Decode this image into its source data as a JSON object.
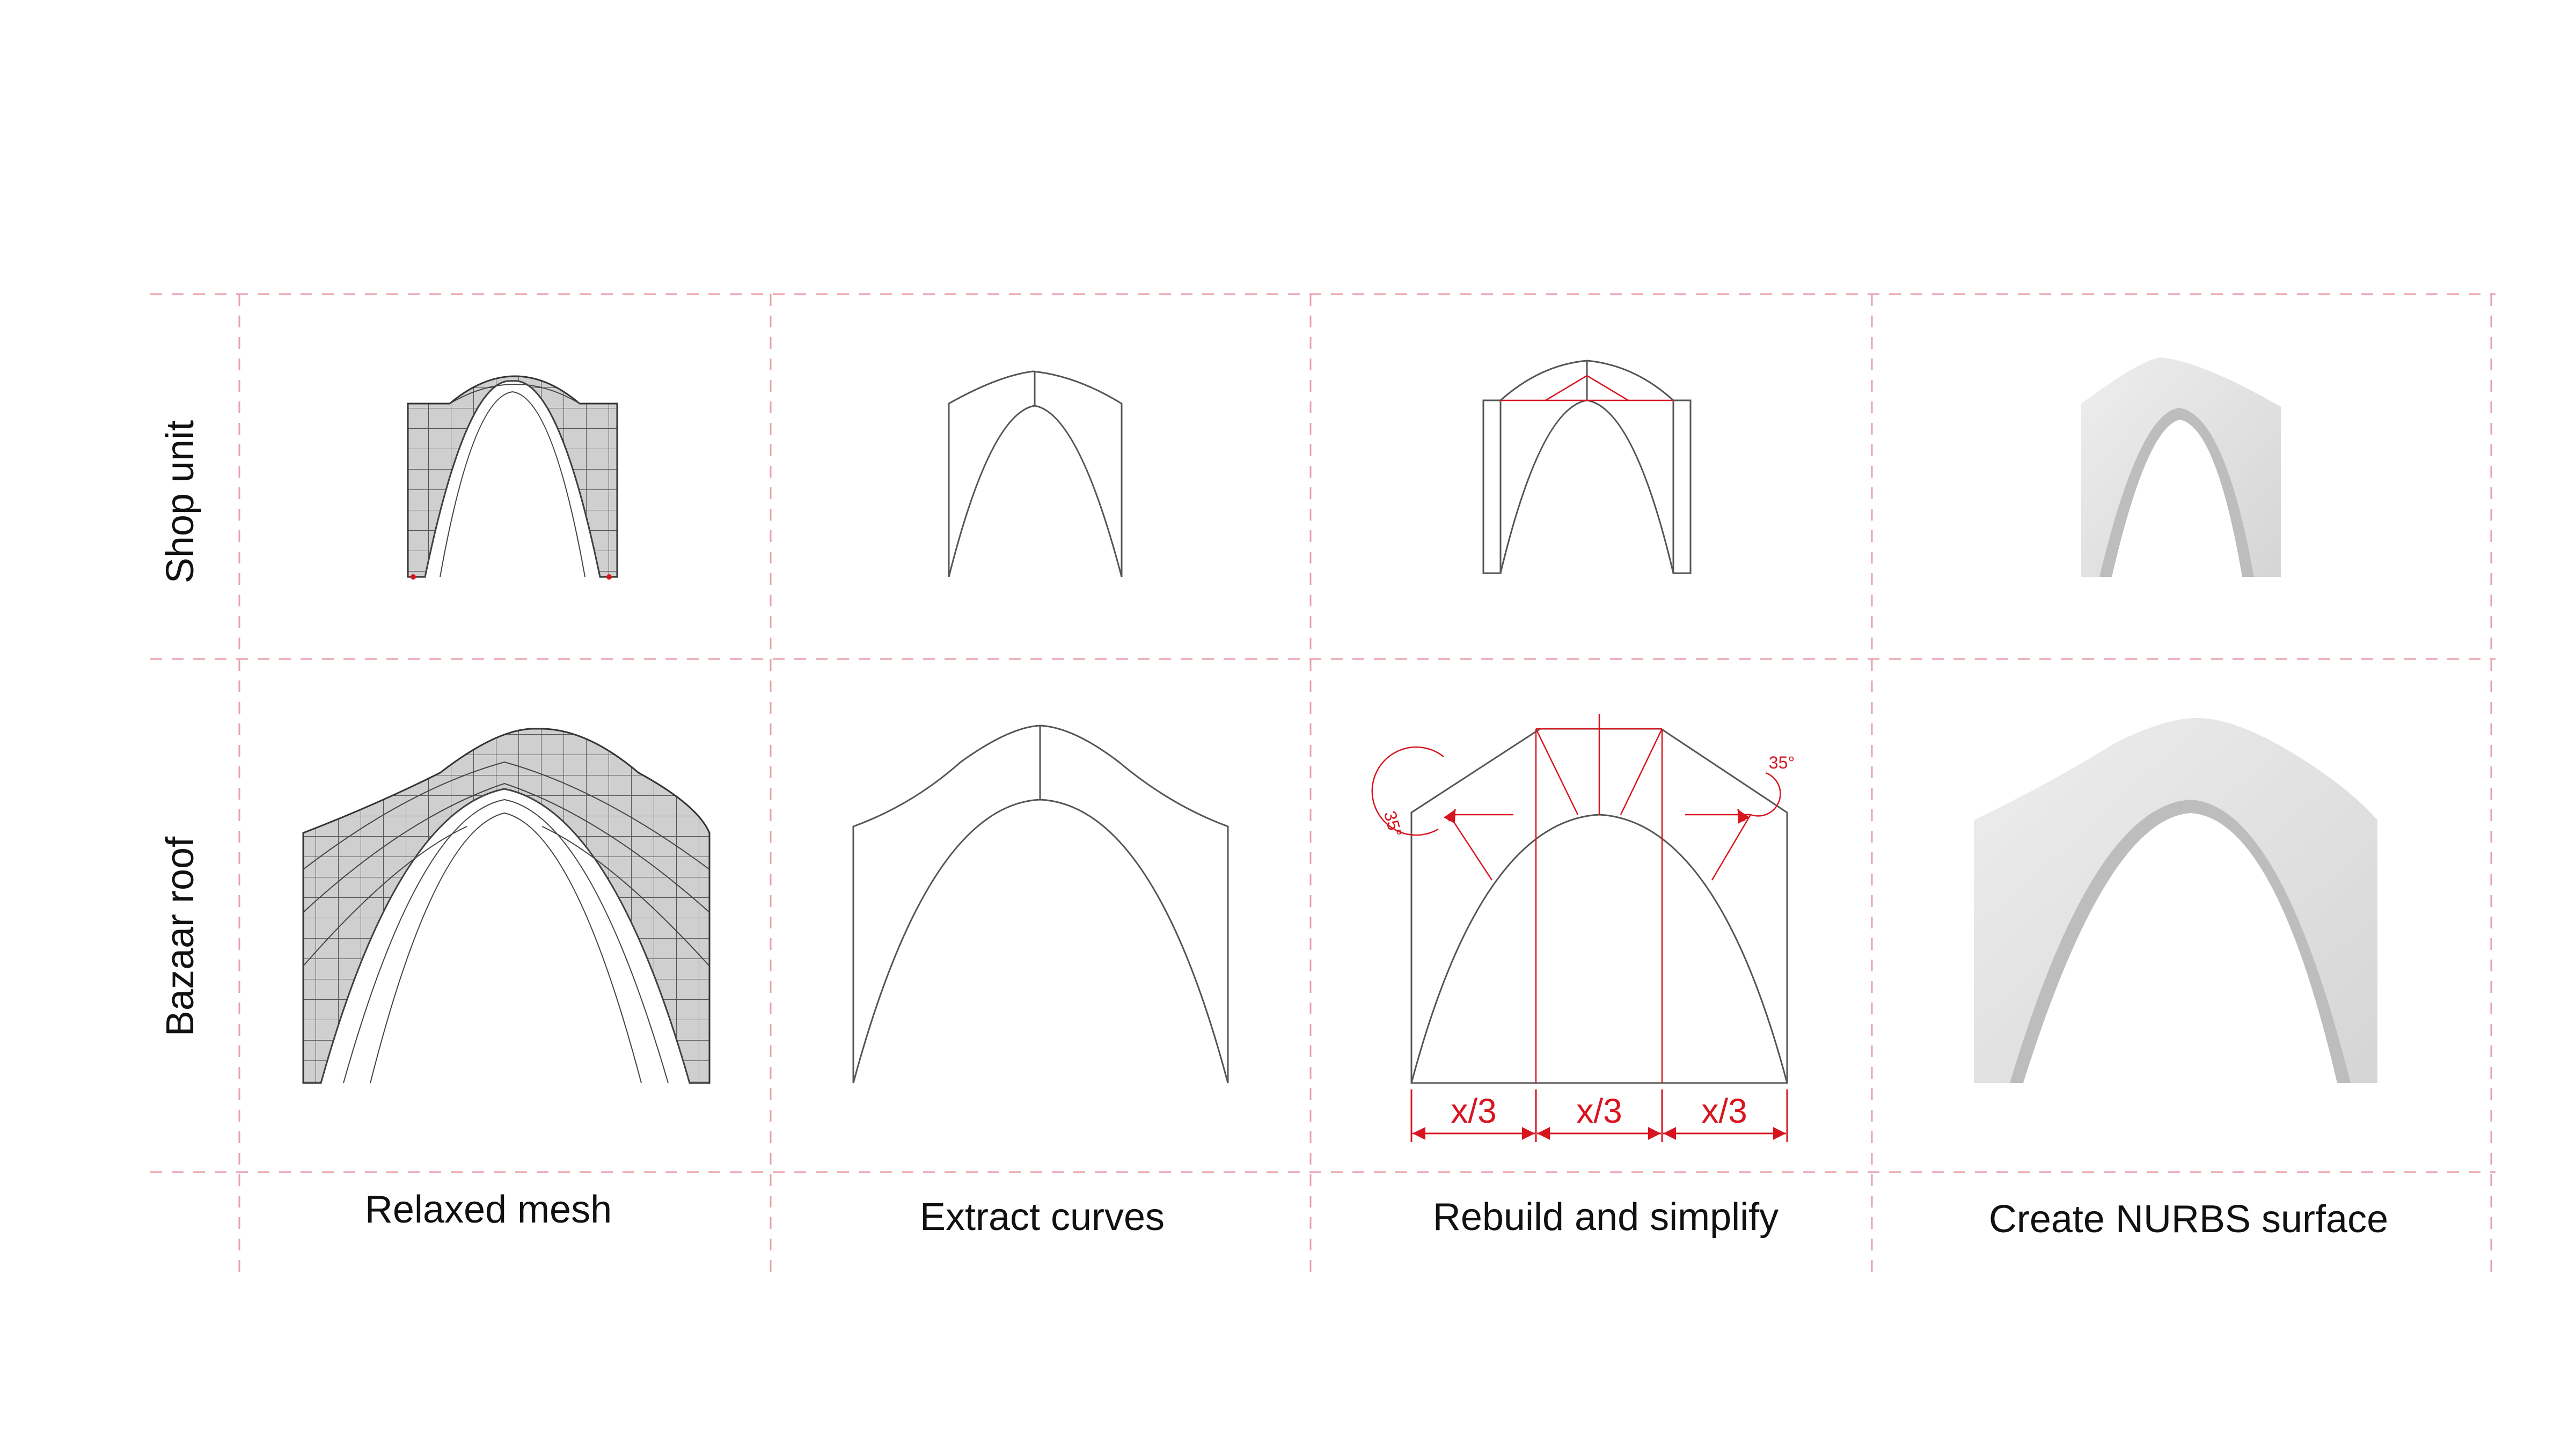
{
  "rows": [
    "Shop unit",
    "Bazaar roof"
  ],
  "columns": [
    "Relaxed mesh",
    "Extract curves",
    "Rebuild and simplify",
    "Create NURBS surface"
  ],
  "annotations": {
    "third": "x/3",
    "angle": "35°"
  },
  "colors": {
    "grid_dashes": "#e8a0aa",
    "annotation_red": "#d8141f",
    "line": "#555555",
    "mesh_fill": "#cfcfcf",
    "nurbs_light": "#e6e6e6",
    "nurbs_shade": "#bdbdbd"
  }
}
